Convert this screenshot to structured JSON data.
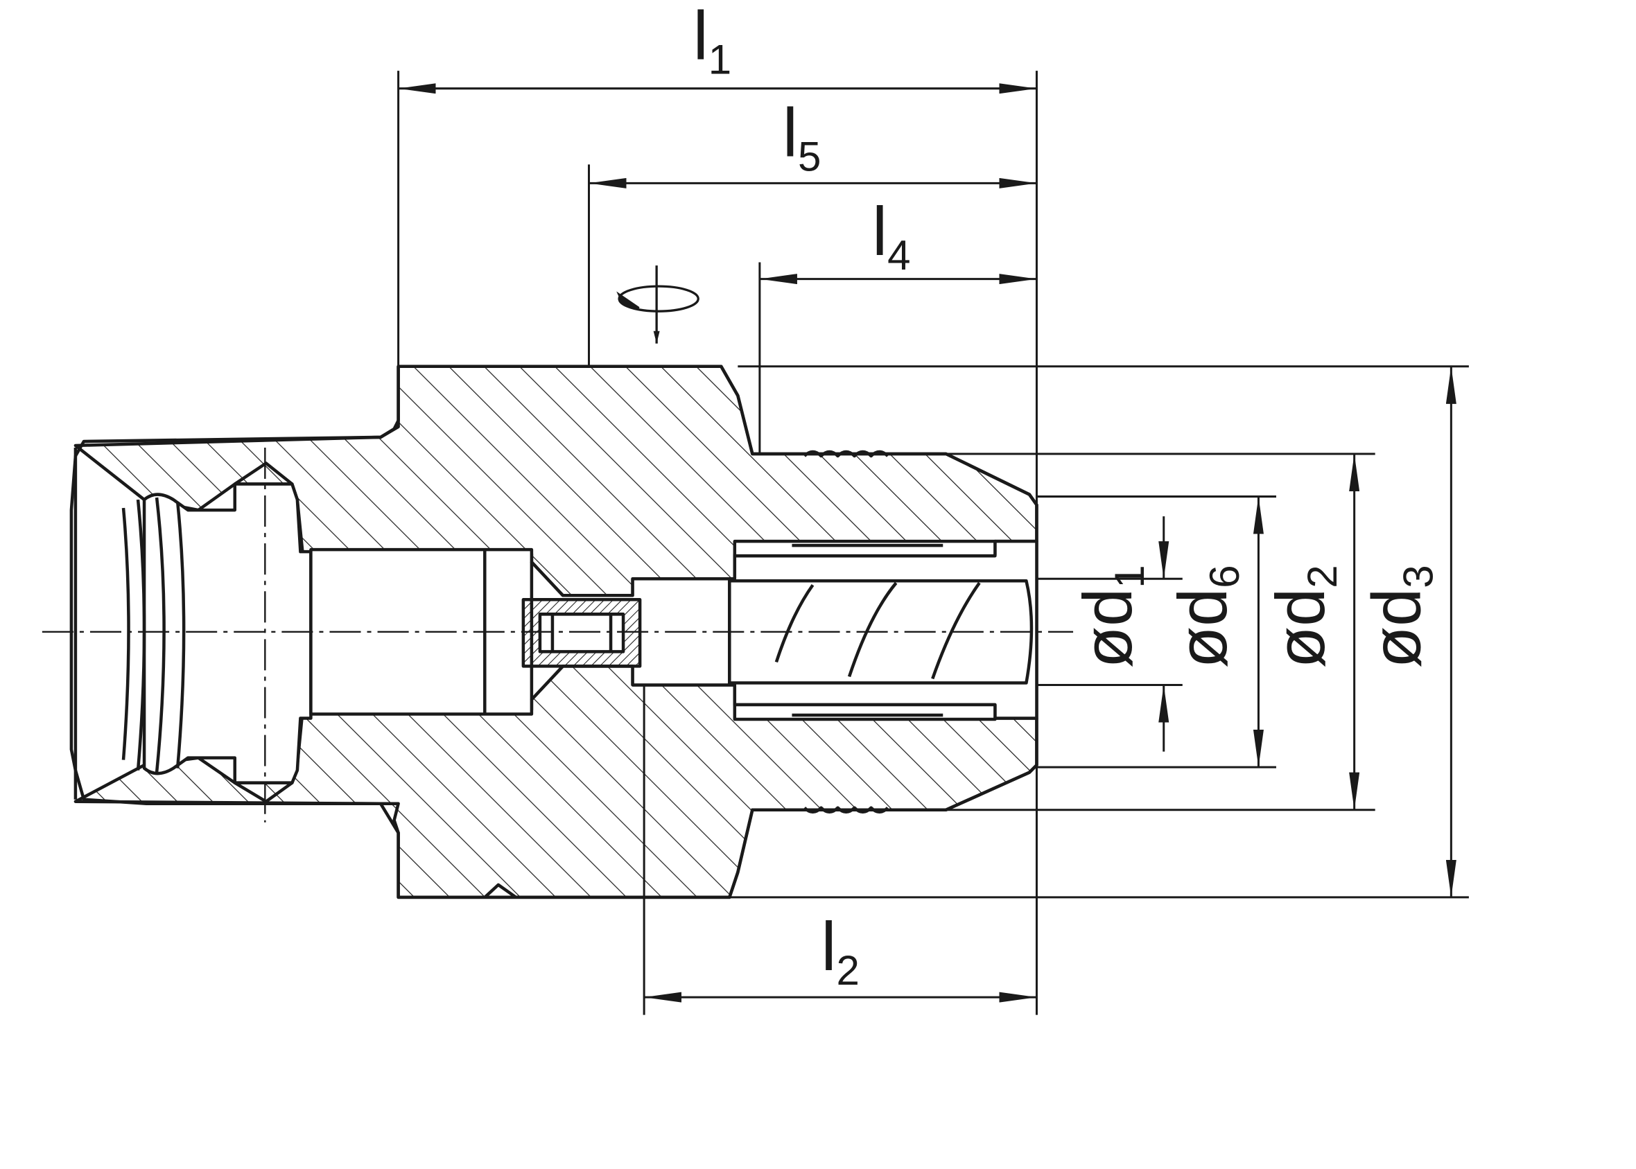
{
  "drawing": {
    "line_color": "#1a1a1a",
    "background": "#ffffff",
    "rotation_symbol": "rotation-direction-icon"
  },
  "dimensions": {
    "length": [
      {
        "id": "l1",
        "base": "l",
        "sub": "1"
      },
      {
        "id": "l5",
        "base": "l",
        "sub": "5"
      },
      {
        "id": "l4",
        "base": "l",
        "sub": "4"
      },
      {
        "id": "l2",
        "base": "l",
        "sub": "2"
      }
    ],
    "diameter": [
      {
        "id": "d1",
        "base": "ød",
        "sub": "1"
      },
      {
        "id": "d6",
        "base": "ød",
        "sub": "6"
      },
      {
        "id": "d2",
        "base": "ød",
        "sub": "2"
      },
      {
        "id": "d3",
        "base": "ød",
        "sub": "3"
      }
    ]
  }
}
